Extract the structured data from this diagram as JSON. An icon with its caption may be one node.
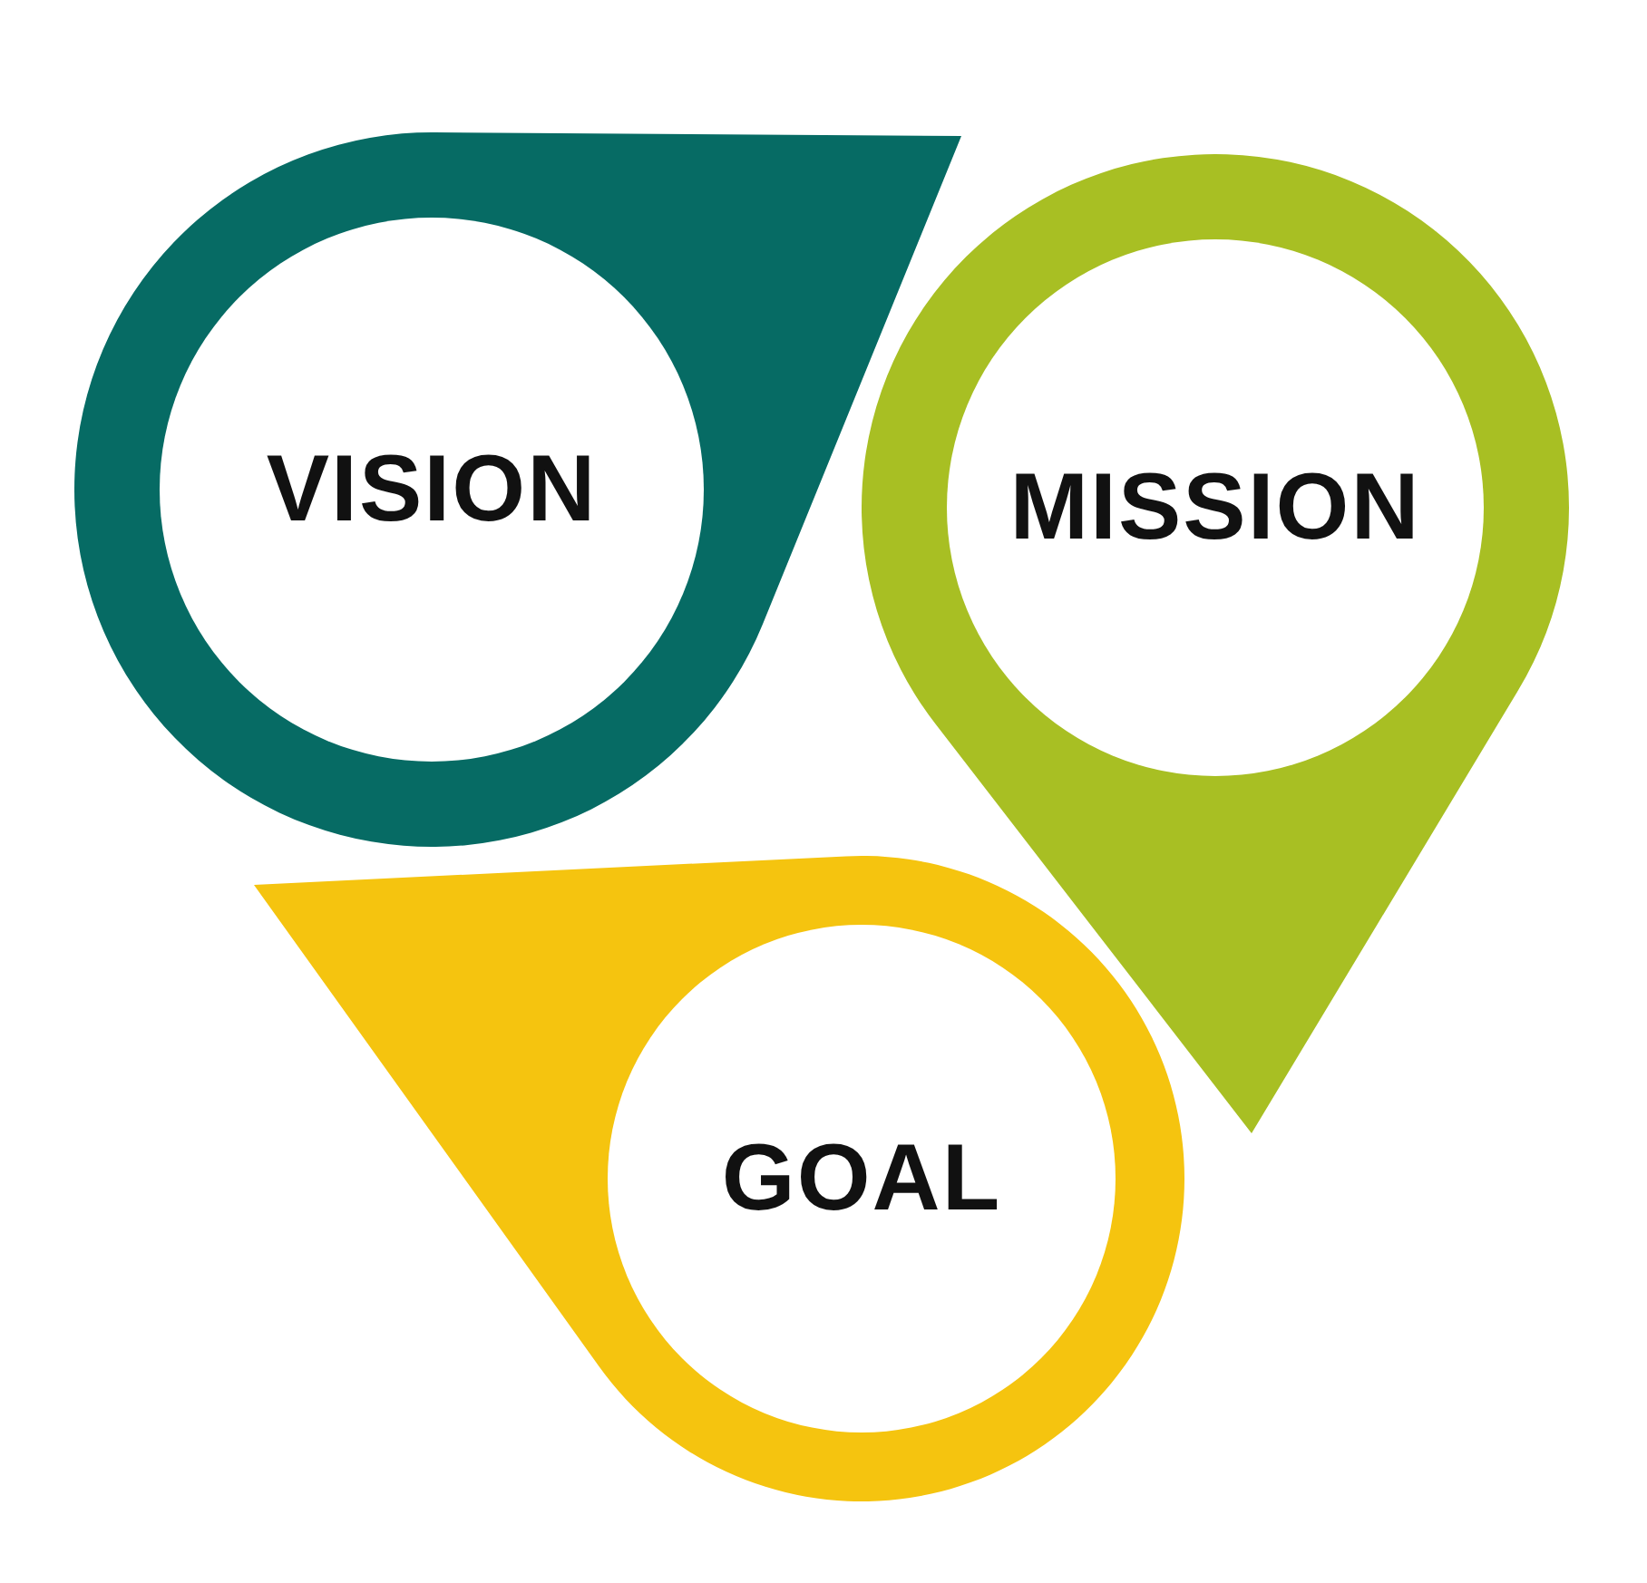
{
  "diagram": {
    "nodes": [
      {
        "text": [
          "VISION"
        ]
      },
      {
        "text": [
          "MISSION"
        ]
      },
      {
        "text": [
          "GOAL"
        ]
      }
    ]
  }
}
